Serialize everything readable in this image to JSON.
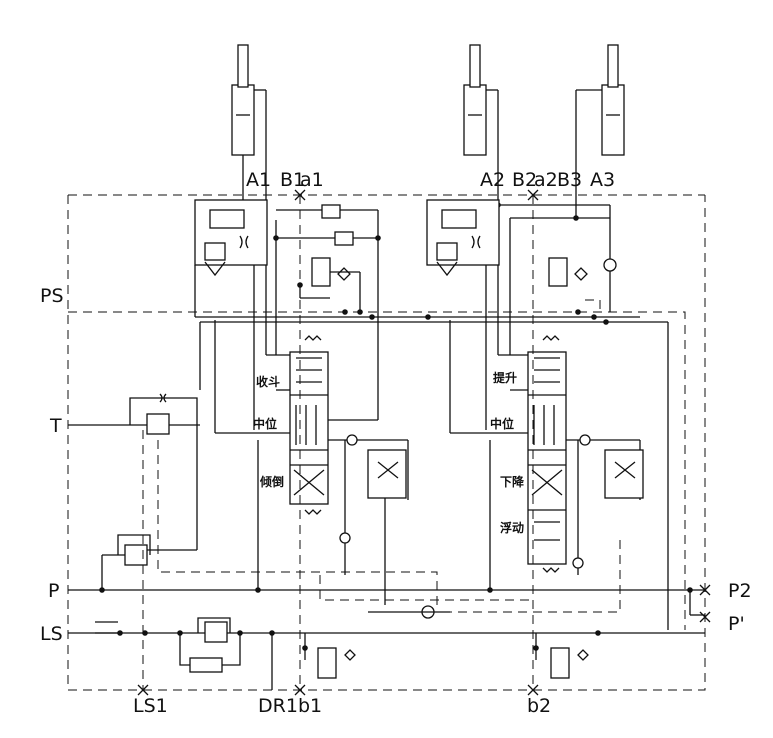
{
  "diagram": {
    "ports": {
      "A1": "A1",
      "B1": "B1",
      "a1": "a1",
      "A2": "A2",
      "B2": "B2",
      "a2": "a2",
      "B3": "B3",
      "A3": "A3",
      "PS": "PS",
      "T": "T",
      "P": "P",
      "LS": "LS",
      "P2": "P2",
      "P_prime": "P'",
      "LS1": "LS1",
      "DR1": "DR1",
      "b1": "b1",
      "b2": "b2"
    },
    "positions": {
      "shou_dou": "收斗",
      "zhong_wei_1": "中位",
      "qing_dao": "倾倒",
      "ti_sheng": "提升",
      "zhong_wei_2": "中位",
      "xia_jiang": "下降",
      "fu_dong": "浮动"
    }
  }
}
